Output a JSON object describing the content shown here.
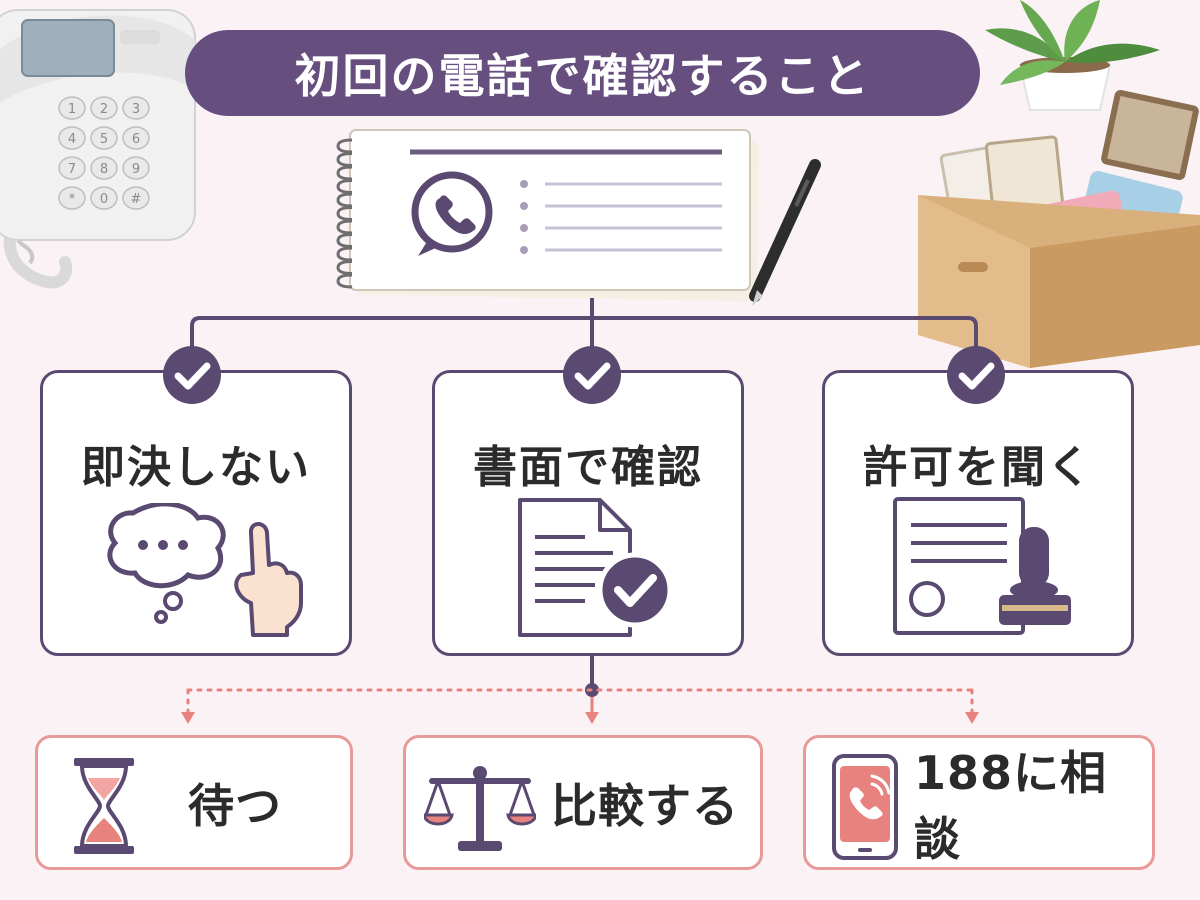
{
  "title": "初回の電話で確認すること",
  "steps": [
    {
      "label": "即決しない",
      "icon": "thinking-hand-icon"
    },
    {
      "label": "書面で確認",
      "icon": "document-check-icon"
    },
    {
      "label": "許可を聞く",
      "icon": "certificate-stamp-icon"
    }
  ],
  "actions": [
    {
      "label": "待つ",
      "icon": "hourglass-icon"
    },
    {
      "label": "比較する",
      "icon": "balance-scale-icon"
    },
    {
      "label": "188に相談",
      "icon": "smartphone-call-icon"
    }
  ],
  "phone_keys": [
    "1",
    "2",
    "3",
    "4",
    "5",
    "6",
    "7",
    "8",
    "9",
    "*",
    "0",
    "#"
  ],
  "colors": {
    "purple": "#5a4970",
    "title_bg": "#664f7f",
    "salmon": "#e79a97",
    "background": "#fbf2f6"
  }
}
